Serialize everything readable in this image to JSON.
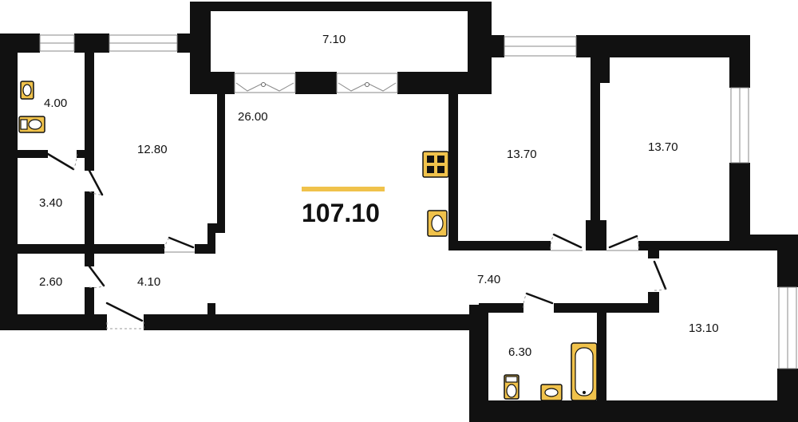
{
  "total_area": "107.10",
  "accent_color": "#f0c24b",
  "rooms": [
    {
      "id": "balcony",
      "area": "7.10"
    },
    {
      "id": "living-room",
      "area": "26.00"
    },
    {
      "id": "wc",
      "area": "4.00"
    },
    {
      "id": "bedroom-left",
      "area": "12.80"
    },
    {
      "id": "storage-a",
      "area": "3.40"
    },
    {
      "id": "storage-b",
      "area": "2.60"
    },
    {
      "id": "hallway-small",
      "area": "4.10"
    },
    {
      "id": "bedroom-center",
      "area": "13.70"
    },
    {
      "id": "bedroom-right",
      "area": "13.70"
    },
    {
      "id": "corridor",
      "area": "7.40"
    },
    {
      "id": "bathroom",
      "area": "6.30"
    },
    {
      "id": "bedroom-corner",
      "area": "13.10"
    }
  ],
  "icons": [
    "stove-icon",
    "sink-icon",
    "toilet-icon",
    "bathtub-icon",
    "window-icon",
    "door-icon"
  ]
}
